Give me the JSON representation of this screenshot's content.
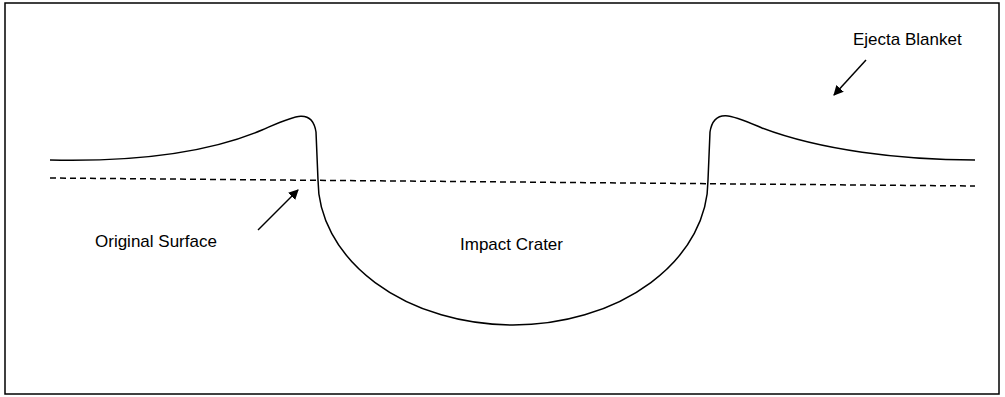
{
  "diagram": {
    "labels": [
      "Ejecta Blanket",
      "Original Surface",
      "Impact Crater"
    ]
  }
}
